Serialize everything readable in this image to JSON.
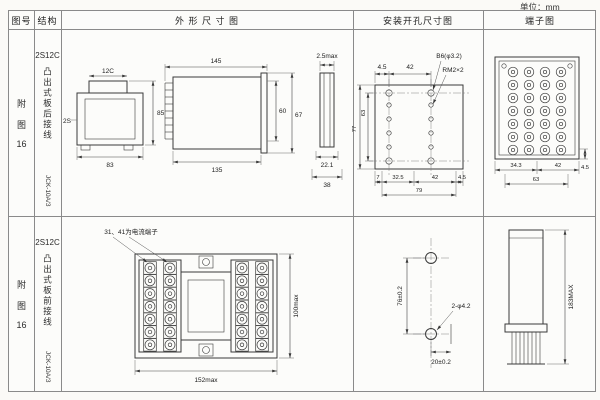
{
  "page": {
    "unit_label": "单位：mm"
  },
  "headers": {
    "fig_no": "图号",
    "structure": "结构",
    "outline": "外 形 尺 寸 图",
    "mounting": "安装开孔尺寸图",
    "terminal": "端子图"
  },
  "rows": [
    {
      "fig_l1": "附",
      "fig_l2": "图",
      "fig_l3": "16",
      "model": "2S12C",
      "structure": "凸出式板后接线",
      "code": "JCK-10A/3",
      "outline": {
        "case_label": "12C",
        "base_label": "2S",
        "front_w": "83",
        "front_h": "85",
        "len_total": "145",
        "len_body": "135",
        "side_h1": "60",
        "side_h2": "67",
        "panel_t": "2.5max",
        "end_d1": "22.1",
        "end_d2": "38"
      },
      "mounting": {
        "top_d1": "4.5",
        "top_d2": "42",
        "hole_label": "B6(φ3.2)",
        "thread_label": "RM2×2",
        "left_d1": "77",
        "left_d2": "63",
        "bot_d1": "7",
        "bot_d2": "32.5",
        "bot_d3": "42",
        "bot_d4": "4.5",
        "bot_total": "79"
      },
      "terminal": {
        "d1": "34.3",
        "d2": "42",
        "d3": "63",
        "d4": "4.5"
      }
    },
    {
      "fig_l1": "附",
      "fig_l2": "图",
      "fig_l3": "16",
      "model": "2S12C",
      "structure": "凸出式板前接线",
      "code": "JCK-10A/3",
      "outline": {
        "note": "31、41为电流端子",
        "w": "152max",
        "h": "100max"
      },
      "mounting": {
        "v": "76±0.2",
        "hole_label": "2-φ4.2",
        "h": "20±0.2"
      },
      "terminal": {
        "h": "183MAX"
      }
    }
  ]
}
